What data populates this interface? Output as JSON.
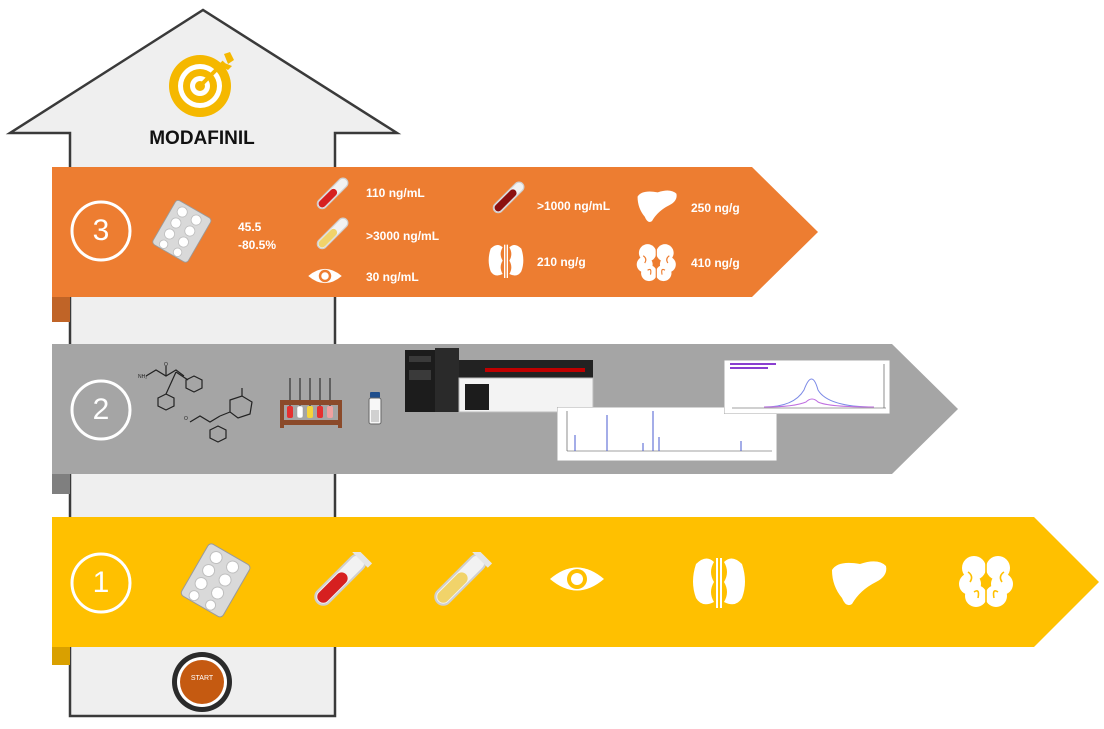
{
  "title": "MODAFINIL",
  "start_label": "START",
  "colors": {
    "orange": "#ED7D31",
    "gray": "#A5A5A5",
    "yellow": "#FFC000",
    "start_button": "#C55A11",
    "arrow_fill": "#EFEFEF",
    "arrow_stroke": "#3A3A3A"
  },
  "steps": [
    {
      "number": "1",
      "icons": [
        "pill-blister-icon",
        "blood-tube-icon",
        "serum-tube-icon",
        "eye-icon",
        "kidney-icon",
        "liver-icon",
        "brain-icon"
      ]
    },
    {
      "number": "2",
      "icons": [
        "chemical-structure-icon",
        "test-tube-rack-icon",
        "vial-icon",
        "lc-ms-instrument-icon",
        "mass-spectrum-chart",
        "chromatogram-chart"
      ]
    },
    {
      "number": "3",
      "recovery": {
        "line1": "45.5",
        "line2": "-80.5%"
      },
      "results": [
        {
          "icon": "blood-tube-icon",
          "value": "110 ng/mL"
        },
        {
          "icon": "serum-tube-icon",
          "value": ">3000 ng/mL"
        },
        {
          "icon": "eye-icon",
          "value": "30 ng/mL"
        },
        {
          "icon": "blood-tube-icon",
          "value": ">1000 ng/mL"
        },
        {
          "icon": "kidney-icon",
          "value": "210 ng/g"
        },
        {
          "icon": "liver-icon",
          "value": "250 ng/g"
        },
        {
          "icon": "brain-icon",
          "value": "410 ng/g"
        }
      ]
    }
  ]
}
